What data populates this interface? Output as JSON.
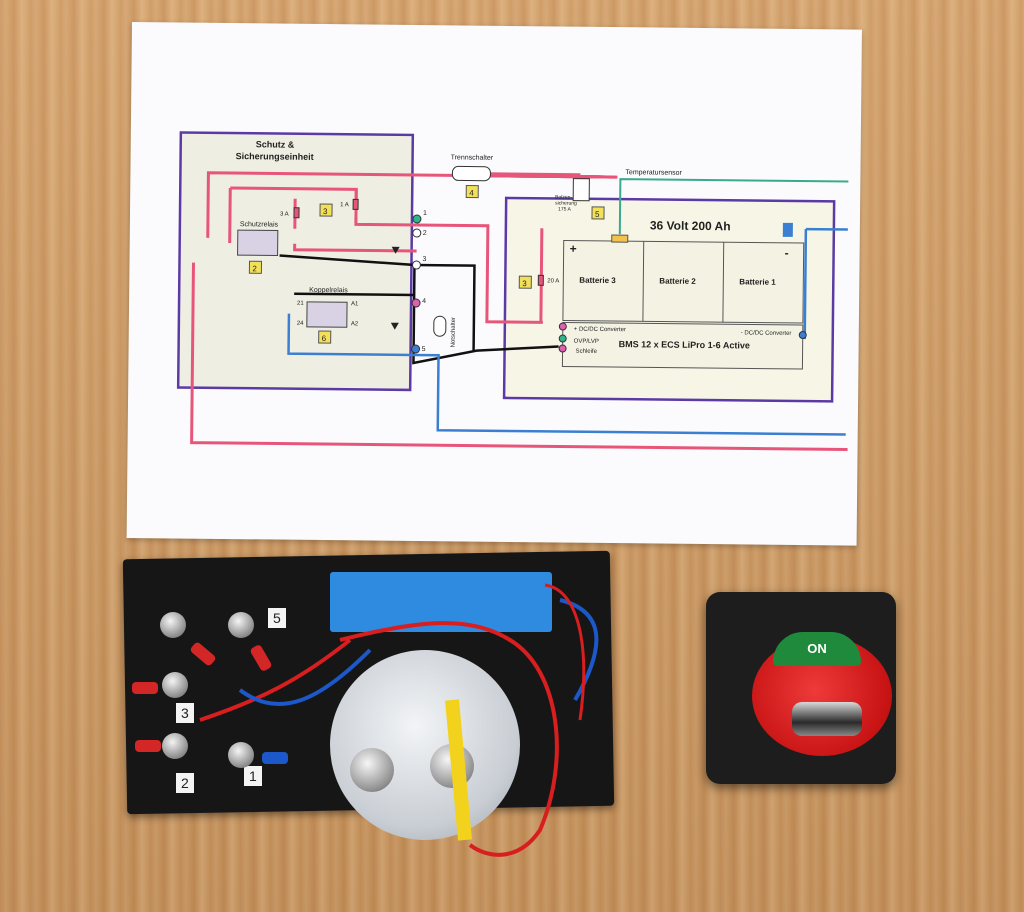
{
  "diagram": {
    "title_line1": "Schutz &",
    "title_line2": "Sicherungseinheit",
    "trennschalter": "Trennschalter",
    "temperatursensor": "Temperatursensor",
    "battery_title": "36 Volt 200 Ah",
    "battery_cells": [
      "Batterie 3",
      "Batterie 2",
      "Batterie 1"
    ],
    "bms_label": "BMS 12 x ECS LiPro 1-6 Active",
    "plus_dc": "+ DC/DC Converter",
    "minus_dc": "- DC/DC Converter",
    "ovp": "OVP/LVP",
    "schleife": "Schleife",
    "schutzrelais": "Schutzrelais",
    "koppelrelais": "Koppelrelais",
    "notschalter": "Notschalter",
    "fuse_3a": "3 A",
    "fuse_1a": "1 A",
    "fuse_20a": "20 A",
    "fuse_175a_l1": "Bolzen-",
    "fuse_175a_l2": "sicherung",
    "fuse_175a_l3": "175 A",
    "badge_2": "2",
    "badge_3a": "3",
    "badge_3b": "3",
    "badge_4": "4",
    "badge_5": "5",
    "badge_6": "6",
    "node_1": "1",
    "node_2": "2",
    "node_3": "3",
    "node_4": "4",
    "node_5": "5",
    "pin_21": "21",
    "pin_24": "24",
    "pin_a1": "A1",
    "pin_a2": "A2",
    "plus_sign": "+",
    "minus_sign": "-"
  },
  "board": {
    "tag_5": "5",
    "tag_3": "3",
    "tag_2": "2",
    "tag_1": "1"
  },
  "switch": {
    "on_label": "ON"
  },
  "colors": {
    "pink_wire": "#e8557a",
    "purple_frame": "#5b3aa6",
    "blue_wire": "#3a7fd1",
    "black_wire": "#111111",
    "badge_yellow": "#f2e05a",
    "teal_wire": "#3aa98e"
  }
}
